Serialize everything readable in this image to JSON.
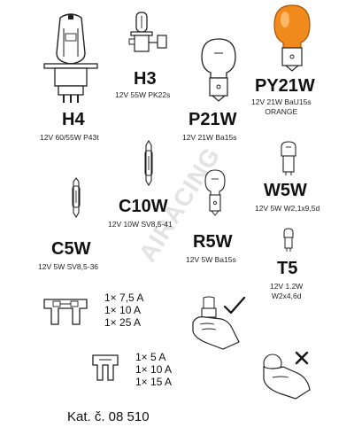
{
  "watermark": "AIRACING",
  "bulbs": [
    {
      "name": "H3",
      "spec": [
        "12V 55W PK22s"
      ]
    },
    {
      "name": "PY21W",
      "spec": [
        "12V 21W BaU15s",
        "ORANGE"
      ]
    },
    {
      "name": "H4",
      "spec": [
        "12V 60/55W P43t"
      ]
    },
    {
      "name": "P21W",
      "spec": [
        "12V 21W Ba15s"
      ]
    },
    {
      "name": "W5W",
      "spec": [
        "12V 5W W2,1x9,5d"
      ]
    },
    {
      "name": "C10W",
      "spec": [
        "12V 10W SV8,5-41"
      ]
    },
    {
      "name": "R5W",
      "spec": [
        "12V 5W Ba15s"
      ]
    },
    {
      "name": "C5W",
      "spec": [
        "12V 5W SV8,5-36"
      ]
    },
    {
      "name": "T5",
      "spec": [
        "12V 1.2W",
        "W2x4,6d"
      ]
    }
  ],
  "fuse_sets": [
    {
      "lines": [
        "1× 7,5 A",
        "1× 10 A",
        "1× 25 A"
      ]
    },
    {
      "lines": [
        "1× 5 A",
        "1× 10 A",
        "1× 15 A"
      ]
    }
  ],
  "handling": [
    {
      "icon": "checkmark-icon",
      "meaning": "correct"
    },
    {
      "icon": "cross-icon",
      "meaning": "incorrect"
    }
  ],
  "catalog_label": "Kat. č. 08 510",
  "colors": {
    "orange_bulb": "#f08a1c",
    "text": "#111111",
    "watermark": "#e3e3e3"
  }
}
